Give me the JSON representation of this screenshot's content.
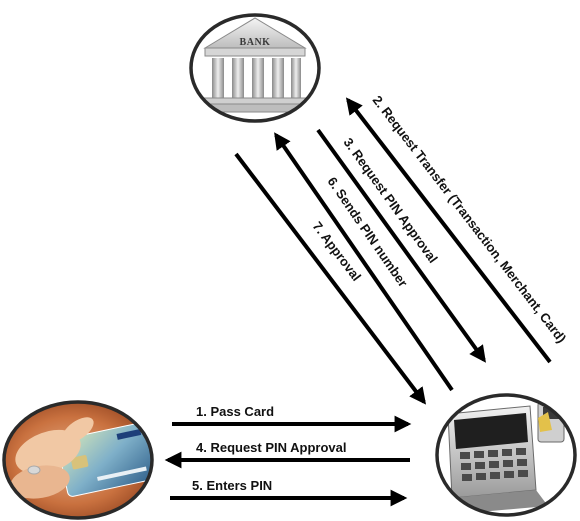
{
  "bank": {
    "sign_text": "BANK"
  },
  "steps": {
    "pass_card": "1. Pass Card",
    "request_transfer": "2. Request Transfer (Transaction, Merchant, Card)",
    "request_pin_approval_bank": "3. Request PIN Approval",
    "request_pin_approval_customer": "4. Request PIN Approval",
    "enters_pin": "5. Enters PIN",
    "sends_pin_number": "6. Sends PIN number",
    "approval": "7. Approval"
  }
}
